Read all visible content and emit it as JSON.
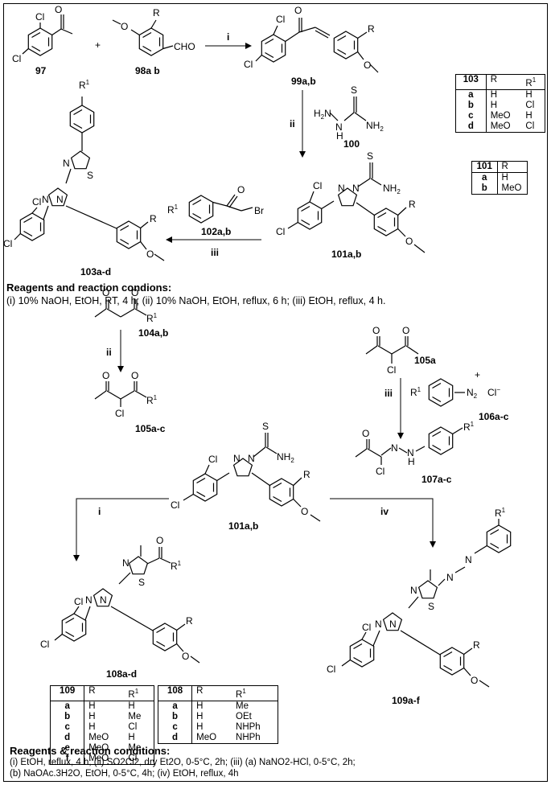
{
  "compounds": {
    "c97": "97",
    "c98": "98a b",
    "c99": "99a,b",
    "c100": "100",
    "c101": "101a,b",
    "c102": "102a,b",
    "c103": "103a-d",
    "c104": "104a,b",
    "c105": "105a-c",
    "c105a": "105a",
    "c106": "106a-c",
    "c107": "107a-c",
    "c108": "108a-d",
    "c109": "109a-f"
  },
  "steps": {
    "i": "i",
    "ii": "ii",
    "iii": "iii",
    "iv": "iv"
  },
  "atoms": {
    "cl": "Cl",
    "o": "O",
    "n": "N",
    "s": "S",
    "r": "R",
    "r1": "R",
    "one": "1",
    "cho": "CHO",
    "br": "Br",
    "nh2": "NH",
    "two": "2",
    "h": "H",
    "plus": "+",
    "minus": "−"
  },
  "top_conditions": {
    "heading": "Reagents and reaction condions:",
    "text": "(i) 10% NaOH, EtOH, RT, 4 h; (ii) 10% NaOH, EtOH, reflux, 6 h; (iii) EtOH, reflux, 4 h."
  },
  "bottom_conditions": {
    "heading": "Reagents & reaction conditions:",
    "line1": "(i) EtOH, reflux, 4 h; (ii) SO2Cl2, dry Et2O, 0-5°C, 2h; (iii) (a) NaNO2-HCl, 0-5°C, 2h;",
    "line2": "(b) NaOAc.3H2O, EtOH, 0-5°C, 4h; (iv) EtOH, reflux, 4h"
  },
  "table103": {
    "title": "103",
    "col_r": "R",
    "col_r1": "R1",
    "keys": [
      "a",
      "b",
      "c",
      "d"
    ],
    "r": [
      "H",
      "H",
      "MeO",
      "MeO"
    ],
    "r1": [
      "H",
      "Cl",
      "H",
      "Cl"
    ]
  },
  "table101": {
    "title": "101",
    "col_r": "R",
    "keys": [
      "a",
      "b"
    ],
    "r": [
      "H",
      "MeO"
    ]
  },
  "table109": {
    "title": "109",
    "col_r": "R",
    "col_r1": "R1",
    "keys": [
      "a",
      "b",
      "c",
      "d",
      "e",
      "f"
    ],
    "r": [
      "H",
      "H",
      "H",
      "MeO",
      "MeO",
      "MeO"
    ],
    "r1": [
      "H",
      "Me",
      "Cl",
      "H",
      "Me",
      "Cl"
    ]
  },
  "table108": {
    "title": "108",
    "col_r": "R",
    "col_r1": "R1",
    "keys": [
      "a",
      "b",
      "c",
      "d"
    ],
    "r": [
      "H",
      "H",
      "H",
      "MeO"
    ],
    "r1": [
      "Me",
      "OEt",
      "NHPh",
      "NHPh"
    ]
  }
}
